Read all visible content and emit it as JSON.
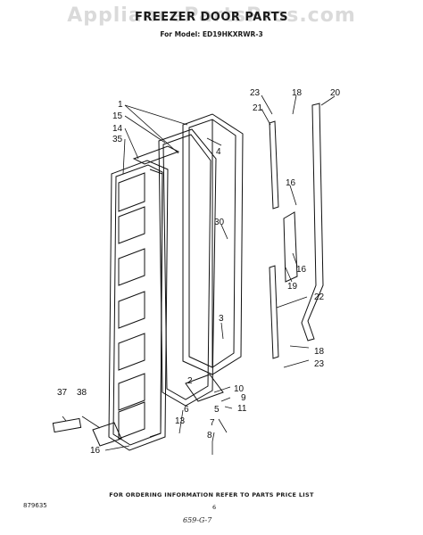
{
  "header": {
    "watermark": "AppliancePartsPros.com",
    "title": "FREEZER DOOR PARTS",
    "model": "For Model: ED19HKXRWR-3"
  },
  "labels": [
    "1",
    "15",
    "14",
    "35",
    "4",
    "23",
    "18",
    "20",
    "21",
    "16",
    "30",
    "16",
    "19",
    "22",
    "3",
    "18",
    "23",
    "2",
    "10",
    "9",
    "11",
    "5",
    "7",
    "8",
    "13",
    "37",
    "38",
    "16",
    "6"
  ],
  "footer": {
    "ordering": "FOR ORDERING INFORMATION REFER TO PARTS PRICE LIST",
    "code": "879635",
    "page": "6",
    "handwritten": "659-G-7"
  }
}
